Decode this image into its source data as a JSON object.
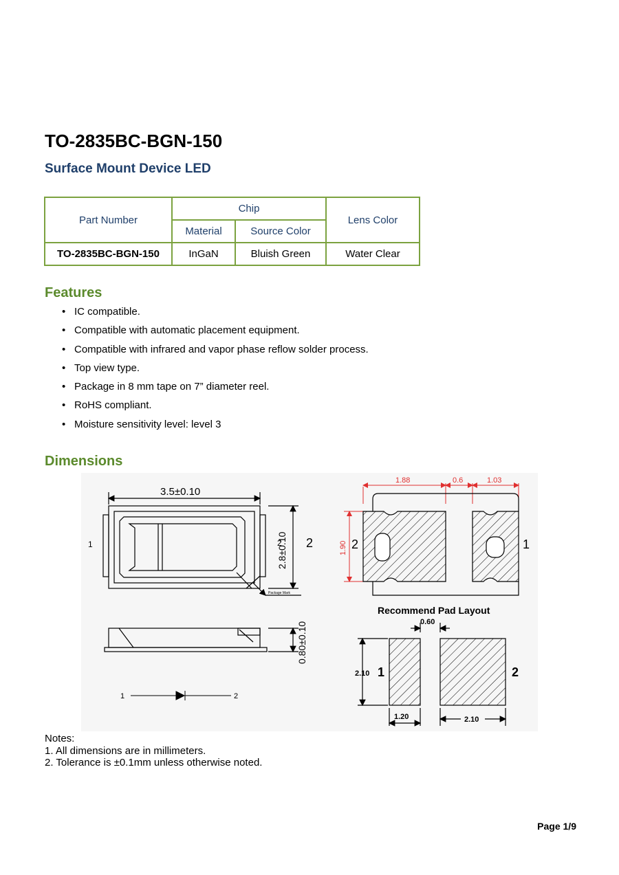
{
  "document": {
    "title": "TO-2835BC-BGN-150",
    "subtitle": "Surface Mount Device LED"
  },
  "spec_table": {
    "part_number_header": "Part Number",
    "chip_header": "Chip",
    "material_header": "Material",
    "source_color_header": "Source Color",
    "lens_color_header": "Lens Color",
    "row": {
      "part_number": "TO-2835BC-BGN-150",
      "material": "InGaN",
      "source_color": "Bluish Green",
      "lens_color": "Water Clear"
    }
  },
  "features": {
    "heading": "Features",
    "items": [
      "IC compatible.",
      "Compatible with automatic placement equipment.",
      "Compatible with infrared and vapor phase reflow solder process.",
      "Top view type.",
      "Package in 8 mm tape on 7” diameter reel.",
      "RoHS compliant.",
      "Moisture sensitivity level: level 3"
    ]
  },
  "dimensions": {
    "heading": "Dimensions",
    "drawing_labels": {
      "width": "3.5±0.10",
      "height": "2.8±0.10",
      "thickness": "0.80±0.10",
      "pin1": "1",
      "pin2": "2",
      "pin2_small": "2",
      "package_mark": "Package Mark",
      "pad_top_left": "1.88",
      "pad_top_gap": "0.6",
      "pad_top_right": "1.03",
      "pad_height_red": "1.90",
      "recommend_title": "Recommend Pad Layout",
      "rec_gap": "0.60",
      "rec_height": "2.10",
      "rec_left_width": "1.20",
      "rec_right_width": "2.10"
    },
    "notes": [
      "Notes:",
      "1. All dimensions are in millimeters.",
      "2. Tolerance is ±0.1mm unless otherwise noted."
    ]
  },
  "footer": {
    "page": "Page 1/9"
  },
  "colors": {
    "title_blue": "#1f3f6a",
    "section_green": "#5b8a2c",
    "table_border": "#7ba23f",
    "dimension_red": "#e03030"
  }
}
